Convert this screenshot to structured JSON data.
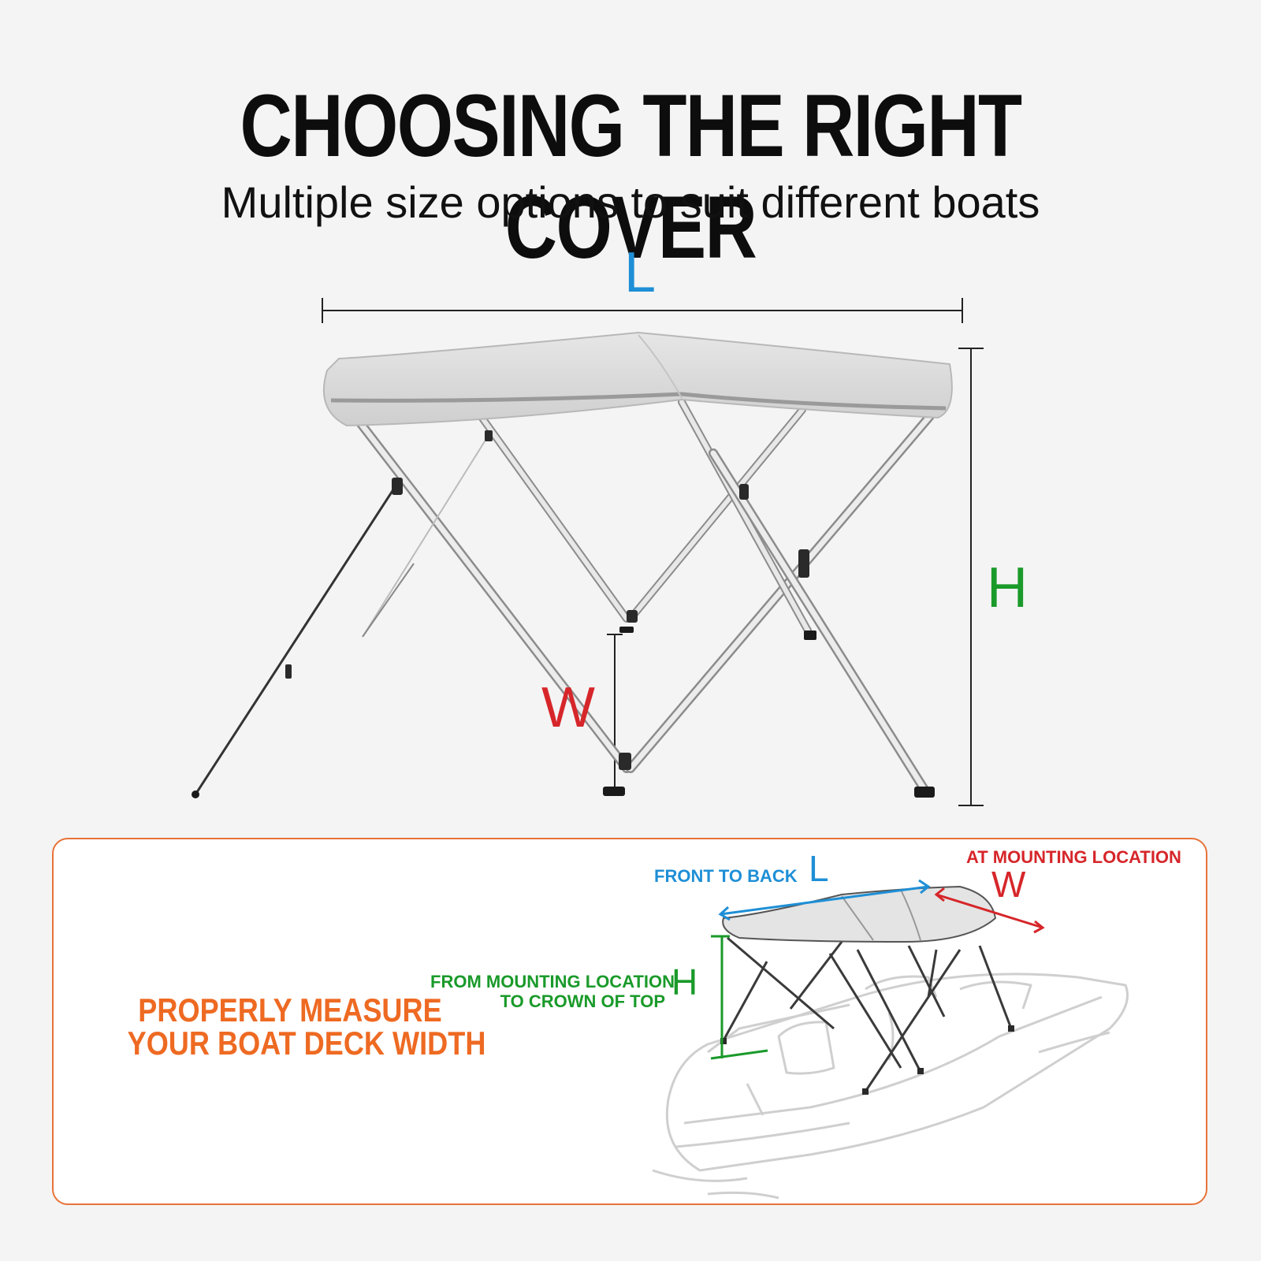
{
  "header": {
    "title": "CHOOSING THE RIGHT COVER",
    "subtitle": "Multiple size options to suit different boats"
  },
  "main_diagram": {
    "length_label": "L",
    "height_label": "H",
    "width_label": "W",
    "colors": {
      "length": "#1e8fd6",
      "height": "#1a9a2a",
      "width": "#d6262a"
    }
  },
  "info_panel": {
    "heading_line1": "PROPERLY MEASURE",
    "heading_line2": "YOUR BOAT DECK WIDTH",
    "front_to_back_label": "FRONT TO BACK",
    "length_label": "L",
    "mounting_location_label": "AT MOUNTING LOCATION",
    "width_label": "W",
    "height_desc_line1": "FROM MOUNTING LOCATION",
    "height_desc_line2": "TO CROWN OF TOP",
    "height_label": "H",
    "colors": {
      "heading": "#ee6a22",
      "border": "#e8733a"
    }
  }
}
